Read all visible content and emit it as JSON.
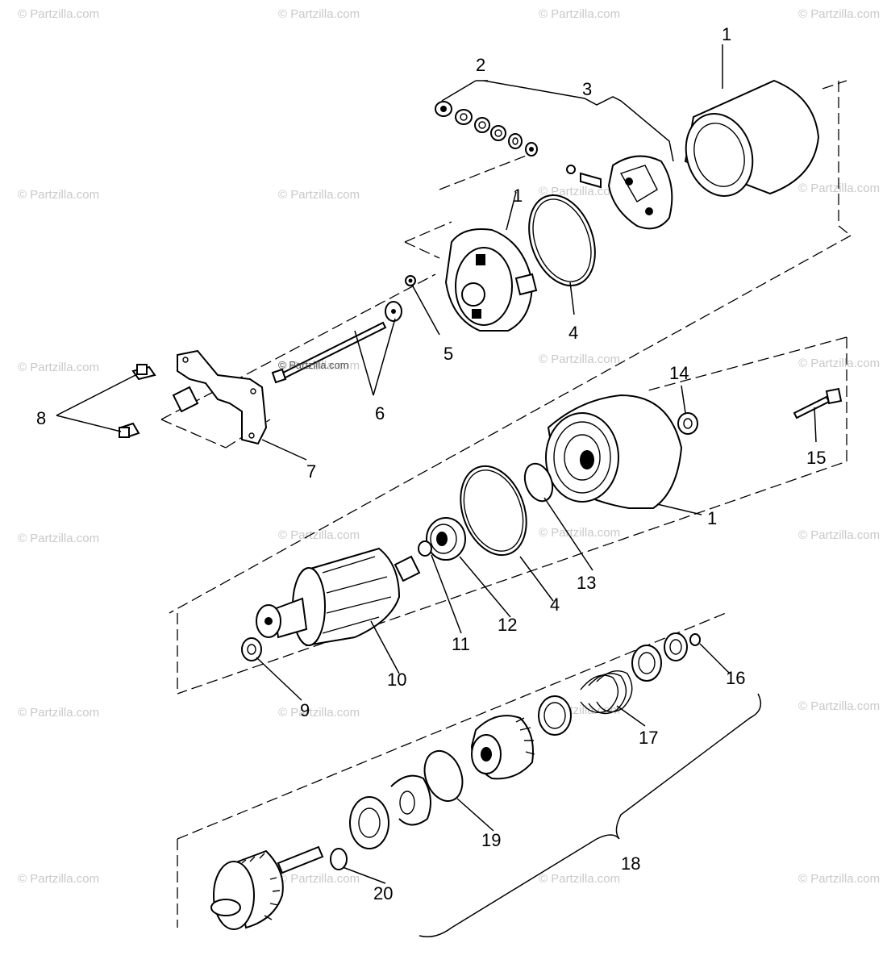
{
  "watermark": "© Partzilla.com",
  "callouts": [
    "1",
    "2",
    "3",
    "1",
    "4",
    "5",
    "6",
    "8",
    "7",
    "14",
    "15",
    "1",
    "13",
    "4",
    "12",
    "11",
    "10",
    "9",
    "16",
    "17",
    "19",
    "18",
    "20"
  ]
}
